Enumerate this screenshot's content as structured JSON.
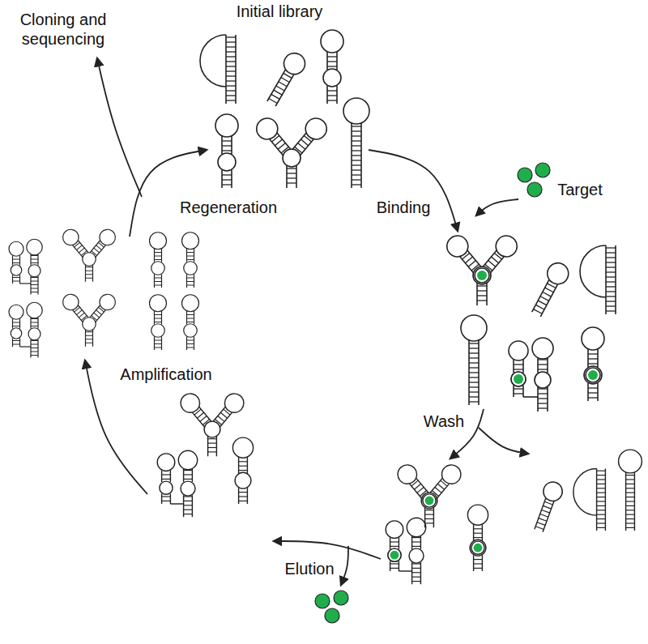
{
  "diagram": {
    "labels": [
      "Initial library",
      "Cloning and sequencing",
      "Regeneration",
      "Binding",
      "Target",
      "Wash",
      "Elution",
      "Amplification"
    ]
  }
}
